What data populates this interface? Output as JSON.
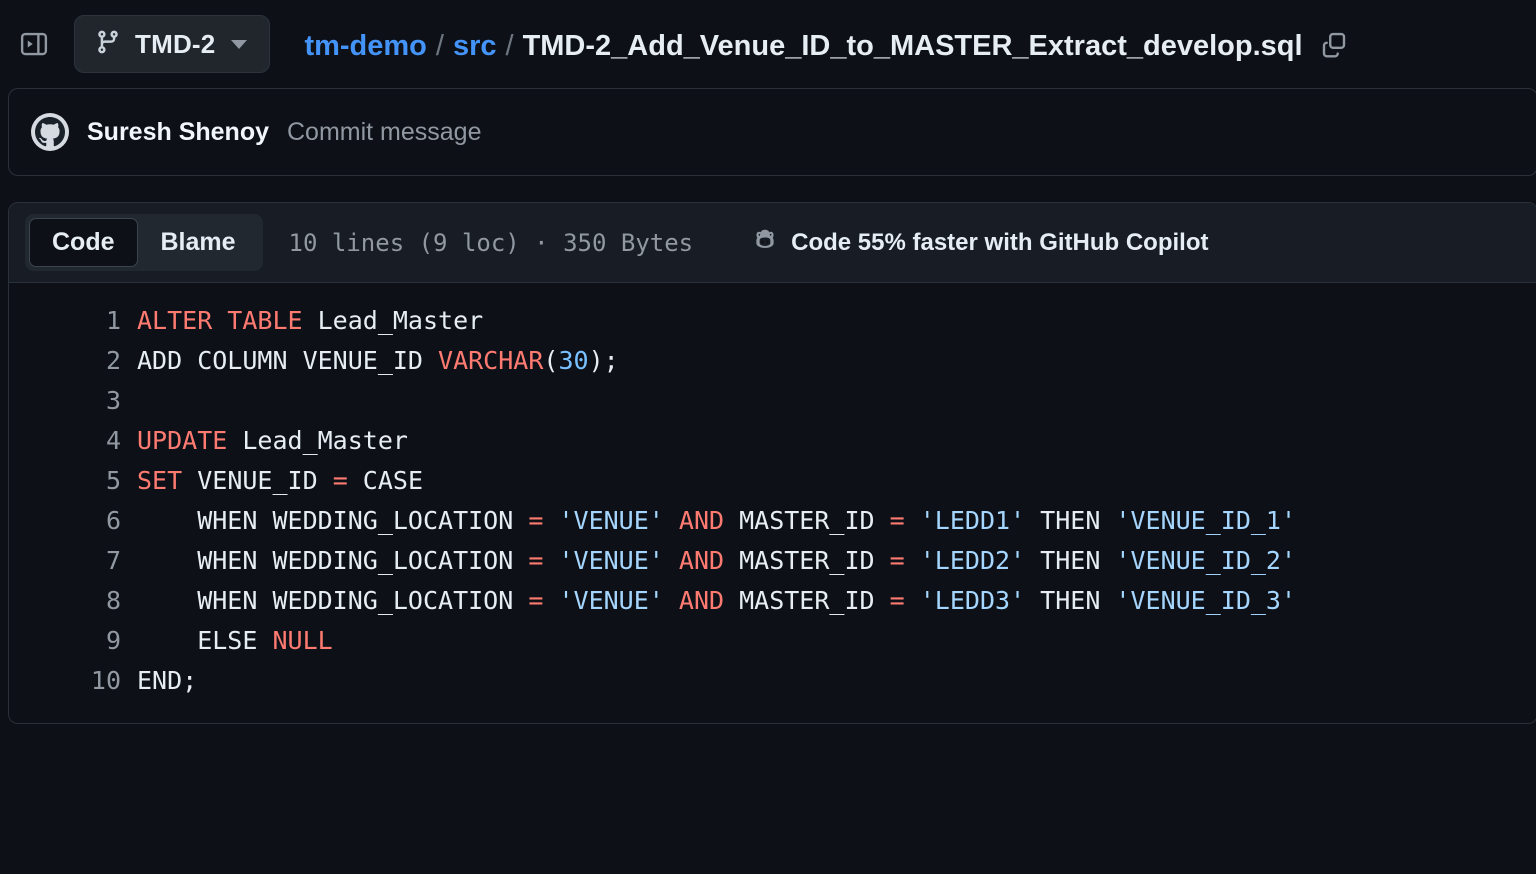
{
  "header": {
    "sidebar_toggle_icon": "sidebar-expand-icon",
    "branch": {
      "icon": "git-branch-icon",
      "label": "TMD-2",
      "caret_icon": "chevron-down-icon"
    },
    "breadcrumb": {
      "repo": "tm-demo",
      "sep": "/",
      "folder": "src",
      "file": "TMD-2_Add_Venue_ID_to_MASTER_Extract_develop.sql",
      "copy_icon": "copy-path-icon"
    }
  },
  "commit": {
    "avatar_icon": "github-octocat-avatar",
    "author": "Suresh Shenoy",
    "message": "Commit message"
  },
  "toolbar": {
    "tabs": [
      {
        "label": "Code",
        "active": true
      },
      {
        "label": "Blame",
        "active": false
      }
    ],
    "file_meta": "10 lines (9 loc) · 350 Bytes",
    "copilot": {
      "icon": "copilot-icon",
      "label": "Code 55% faster with GitHub Copilot"
    }
  },
  "code": {
    "language": "sql",
    "lines": [
      {
        "n": "1",
        "tokens": [
          {
            "t": "ALTER TABLE ",
            "c": "kw"
          },
          {
            "t": "Lead_Master",
            "c": "pl"
          }
        ]
      },
      {
        "n": "2",
        "tokens": [
          {
            "t": "ADD COLUMN VENUE_ID ",
            "c": "pl"
          },
          {
            "t": "VARCHAR",
            "c": "kw"
          },
          {
            "t": "(",
            "c": "pl"
          },
          {
            "t": "30",
            "c": "num"
          },
          {
            "t": ");",
            "c": "pl"
          }
        ]
      },
      {
        "n": "3",
        "tokens": []
      },
      {
        "n": "4",
        "tokens": [
          {
            "t": "UPDATE ",
            "c": "kw"
          },
          {
            "t": "Lead_Master",
            "c": "pl"
          }
        ]
      },
      {
        "n": "5",
        "tokens": [
          {
            "t": "SET ",
            "c": "kw"
          },
          {
            "t": "VENUE_ID ",
            "c": "pl"
          },
          {
            "t": "=",
            "c": "kw"
          },
          {
            "t": " CASE",
            "c": "pl"
          }
        ]
      },
      {
        "n": "6",
        "tokens": [
          {
            "t": "    WHEN WEDDING_LOCATION ",
            "c": "pl"
          },
          {
            "t": "=",
            "c": "kw"
          },
          {
            "t": " ",
            "c": "pl"
          },
          {
            "t": "'VENUE'",
            "c": "str"
          },
          {
            "t": " ",
            "c": "pl"
          },
          {
            "t": "AND",
            "c": "kw"
          },
          {
            "t": " MASTER_ID ",
            "c": "pl"
          },
          {
            "t": "=",
            "c": "kw"
          },
          {
            "t": " ",
            "c": "pl"
          },
          {
            "t": "'LEDD1'",
            "c": "str"
          },
          {
            "t": " THEN ",
            "c": "pl"
          },
          {
            "t": "'VENUE_ID_1'",
            "c": "str"
          }
        ]
      },
      {
        "n": "7",
        "tokens": [
          {
            "t": "    WHEN WEDDING_LOCATION ",
            "c": "pl"
          },
          {
            "t": "=",
            "c": "kw"
          },
          {
            "t": " ",
            "c": "pl"
          },
          {
            "t": "'VENUE'",
            "c": "str"
          },
          {
            "t": " ",
            "c": "pl"
          },
          {
            "t": "AND",
            "c": "kw"
          },
          {
            "t": " MASTER_ID ",
            "c": "pl"
          },
          {
            "t": "=",
            "c": "kw"
          },
          {
            "t": " ",
            "c": "pl"
          },
          {
            "t": "'LEDD2'",
            "c": "str"
          },
          {
            "t": " THEN ",
            "c": "pl"
          },
          {
            "t": "'VENUE_ID_2'",
            "c": "str"
          }
        ]
      },
      {
        "n": "8",
        "tokens": [
          {
            "t": "    WHEN WEDDING_LOCATION ",
            "c": "pl"
          },
          {
            "t": "=",
            "c": "kw"
          },
          {
            "t": " ",
            "c": "pl"
          },
          {
            "t": "'VENUE'",
            "c": "str"
          },
          {
            "t": " ",
            "c": "pl"
          },
          {
            "t": "AND",
            "c": "kw"
          },
          {
            "t": " MASTER_ID ",
            "c": "pl"
          },
          {
            "t": "=",
            "c": "kw"
          },
          {
            "t": " ",
            "c": "pl"
          },
          {
            "t": "'LEDD3'",
            "c": "str"
          },
          {
            "t": " THEN ",
            "c": "pl"
          },
          {
            "t": "'VENUE_ID_3'",
            "c": "str"
          }
        ]
      },
      {
        "n": "9",
        "tokens": [
          {
            "t": "    ELSE ",
            "c": "pl"
          },
          {
            "t": "NULL",
            "c": "kw"
          }
        ]
      },
      {
        "n": "10",
        "tokens": [
          {
            "t": "END;",
            "c": "pl"
          }
        ]
      }
    ]
  },
  "colors": {
    "page_bg": "#0d1117",
    "panel_border": "#2b3139",
    "toolbar_bg": "#171c25",
    "link": "#4493f8",
    "text": "#e6edf3",
    "muted": "#9198a1",
    "keyword": "#ff7b72",
    "string": "#a5d6ff",
    "number": "#79c0ff"
  }
}
